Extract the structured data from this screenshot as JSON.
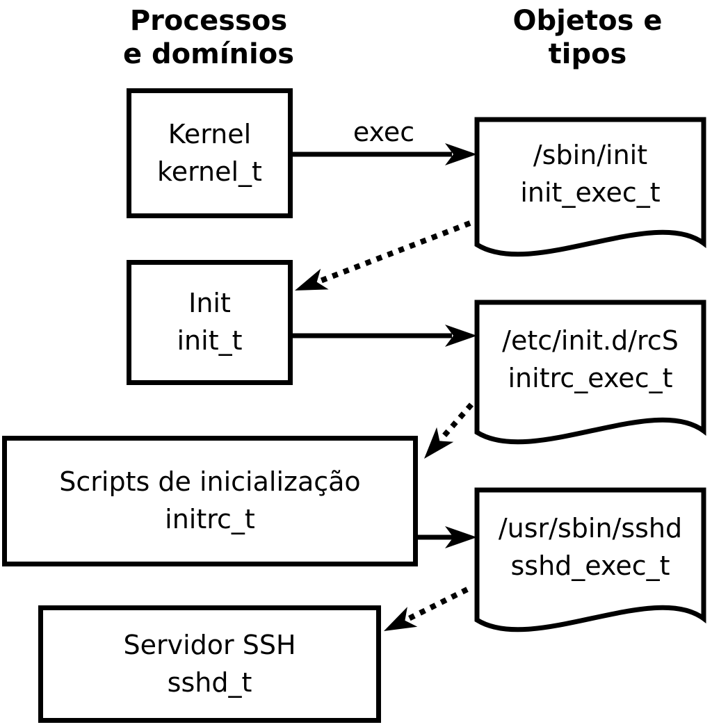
{
  "headers": {
    "left": {
      "line1": "Processos",
      "line2": "e domínios"
    },
    "right": {
      "line1": "Objetos e",
      "line2": "tipos"
    }
  },
  "arrow_labels": {
    "exec": "exec"
  },
  "processes": [
    {
      "name": "Kernel",
      "domain": "kernel_t"
    },
    {
      "name": "Init",
      "domain": "init_t"
    },
    {
      "name": "Scripts de inicialização",
      "domain": "initrc_t"
    },
    {
      "name": "Servidor SSH",
      "domain": "sshd_t"
    }
  ],
  "objects": [
    {
      "path": "/sbin/init",
      "type": "init_exec_t"
    },
    {
      "path": "/etc/init.d/rcS",
      "type": "initrc_exec_t"
    },
    {
      "path": "/usr/sbin/sshd",
      "type": "sshd_exec_t"
    }
  ],
  "colors": {
    "foreground": "#000000",
    "background": "#ffffff"
  }
}
